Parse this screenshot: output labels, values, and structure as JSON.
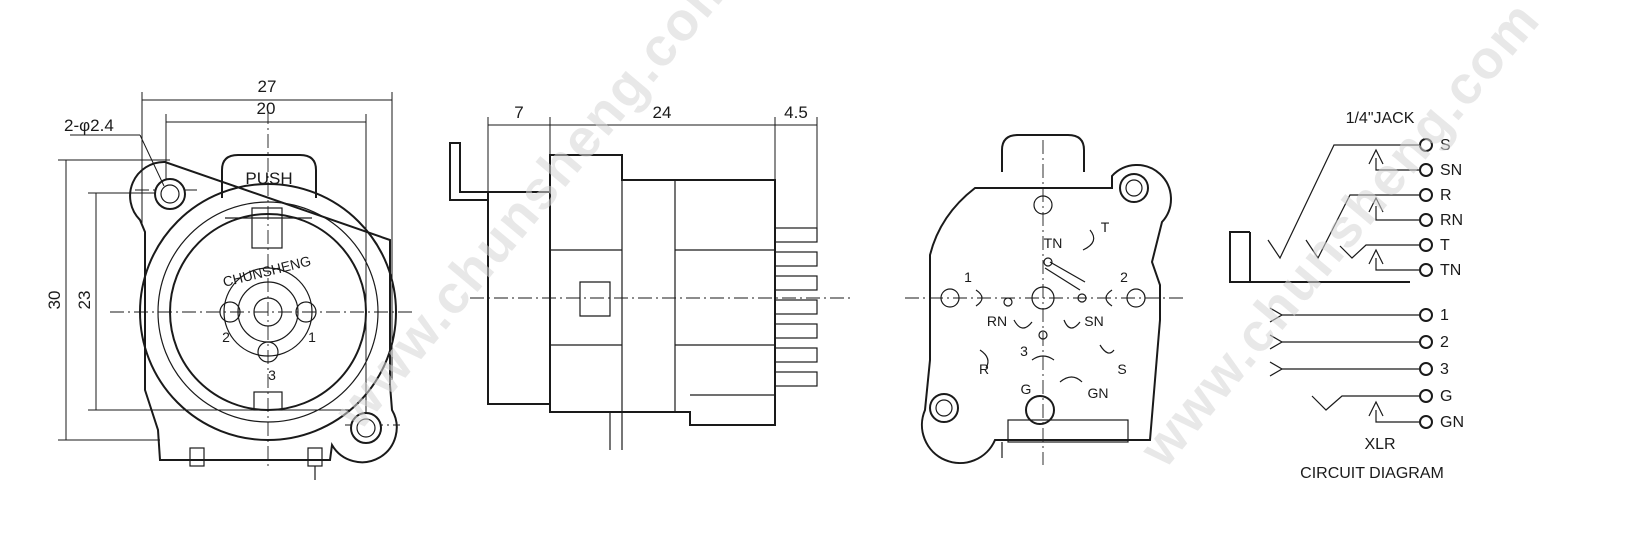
{
  "watermark": "www.chunsheng.com",
  "front_view": {
    "dims": {
      "overall_width": "27",
      "hole_spacing": "20",
      "holes": "2-φ2.4",
      "overall_height": "30",
      "hole_vertical": "23"
    },
    "push_label": "PUSH",
    "brand": "CHUNSHENG",
    "pins": {
      "p1": "1",
      "p2": "2",
      "p3": "3"
    }
  },
  "side_view": {
    "dims": {
      "front": "7",
      "body": "24",
      "pins": "4.5"
    }
  },
  "rear_view": {
    "pins": {
      "tn": "TN",
      "t": "T",
      "p1": "1",
      "p2": "2",
      "rn": "RN",
      "sn": "SN",
      "p3": "3",
      "r": "R",
      "s": "S",
      "g": "G",
      "gn": "GN"
    }
  },
  "circuit": {
    "jack_title": "1/4\"JACK",
    "jack_terminals": [
      "S",
      "SN",
      "R",
      "RN",
      "T",
      "TN"
    ],
    "xlr_terminals": [
      "1",
      "2",
      "3",
      "G",
      "GN"
    ],
    "xlr_label": "XLR",
    "title": "CIRCUIT DIAGRAM"
  }
}
